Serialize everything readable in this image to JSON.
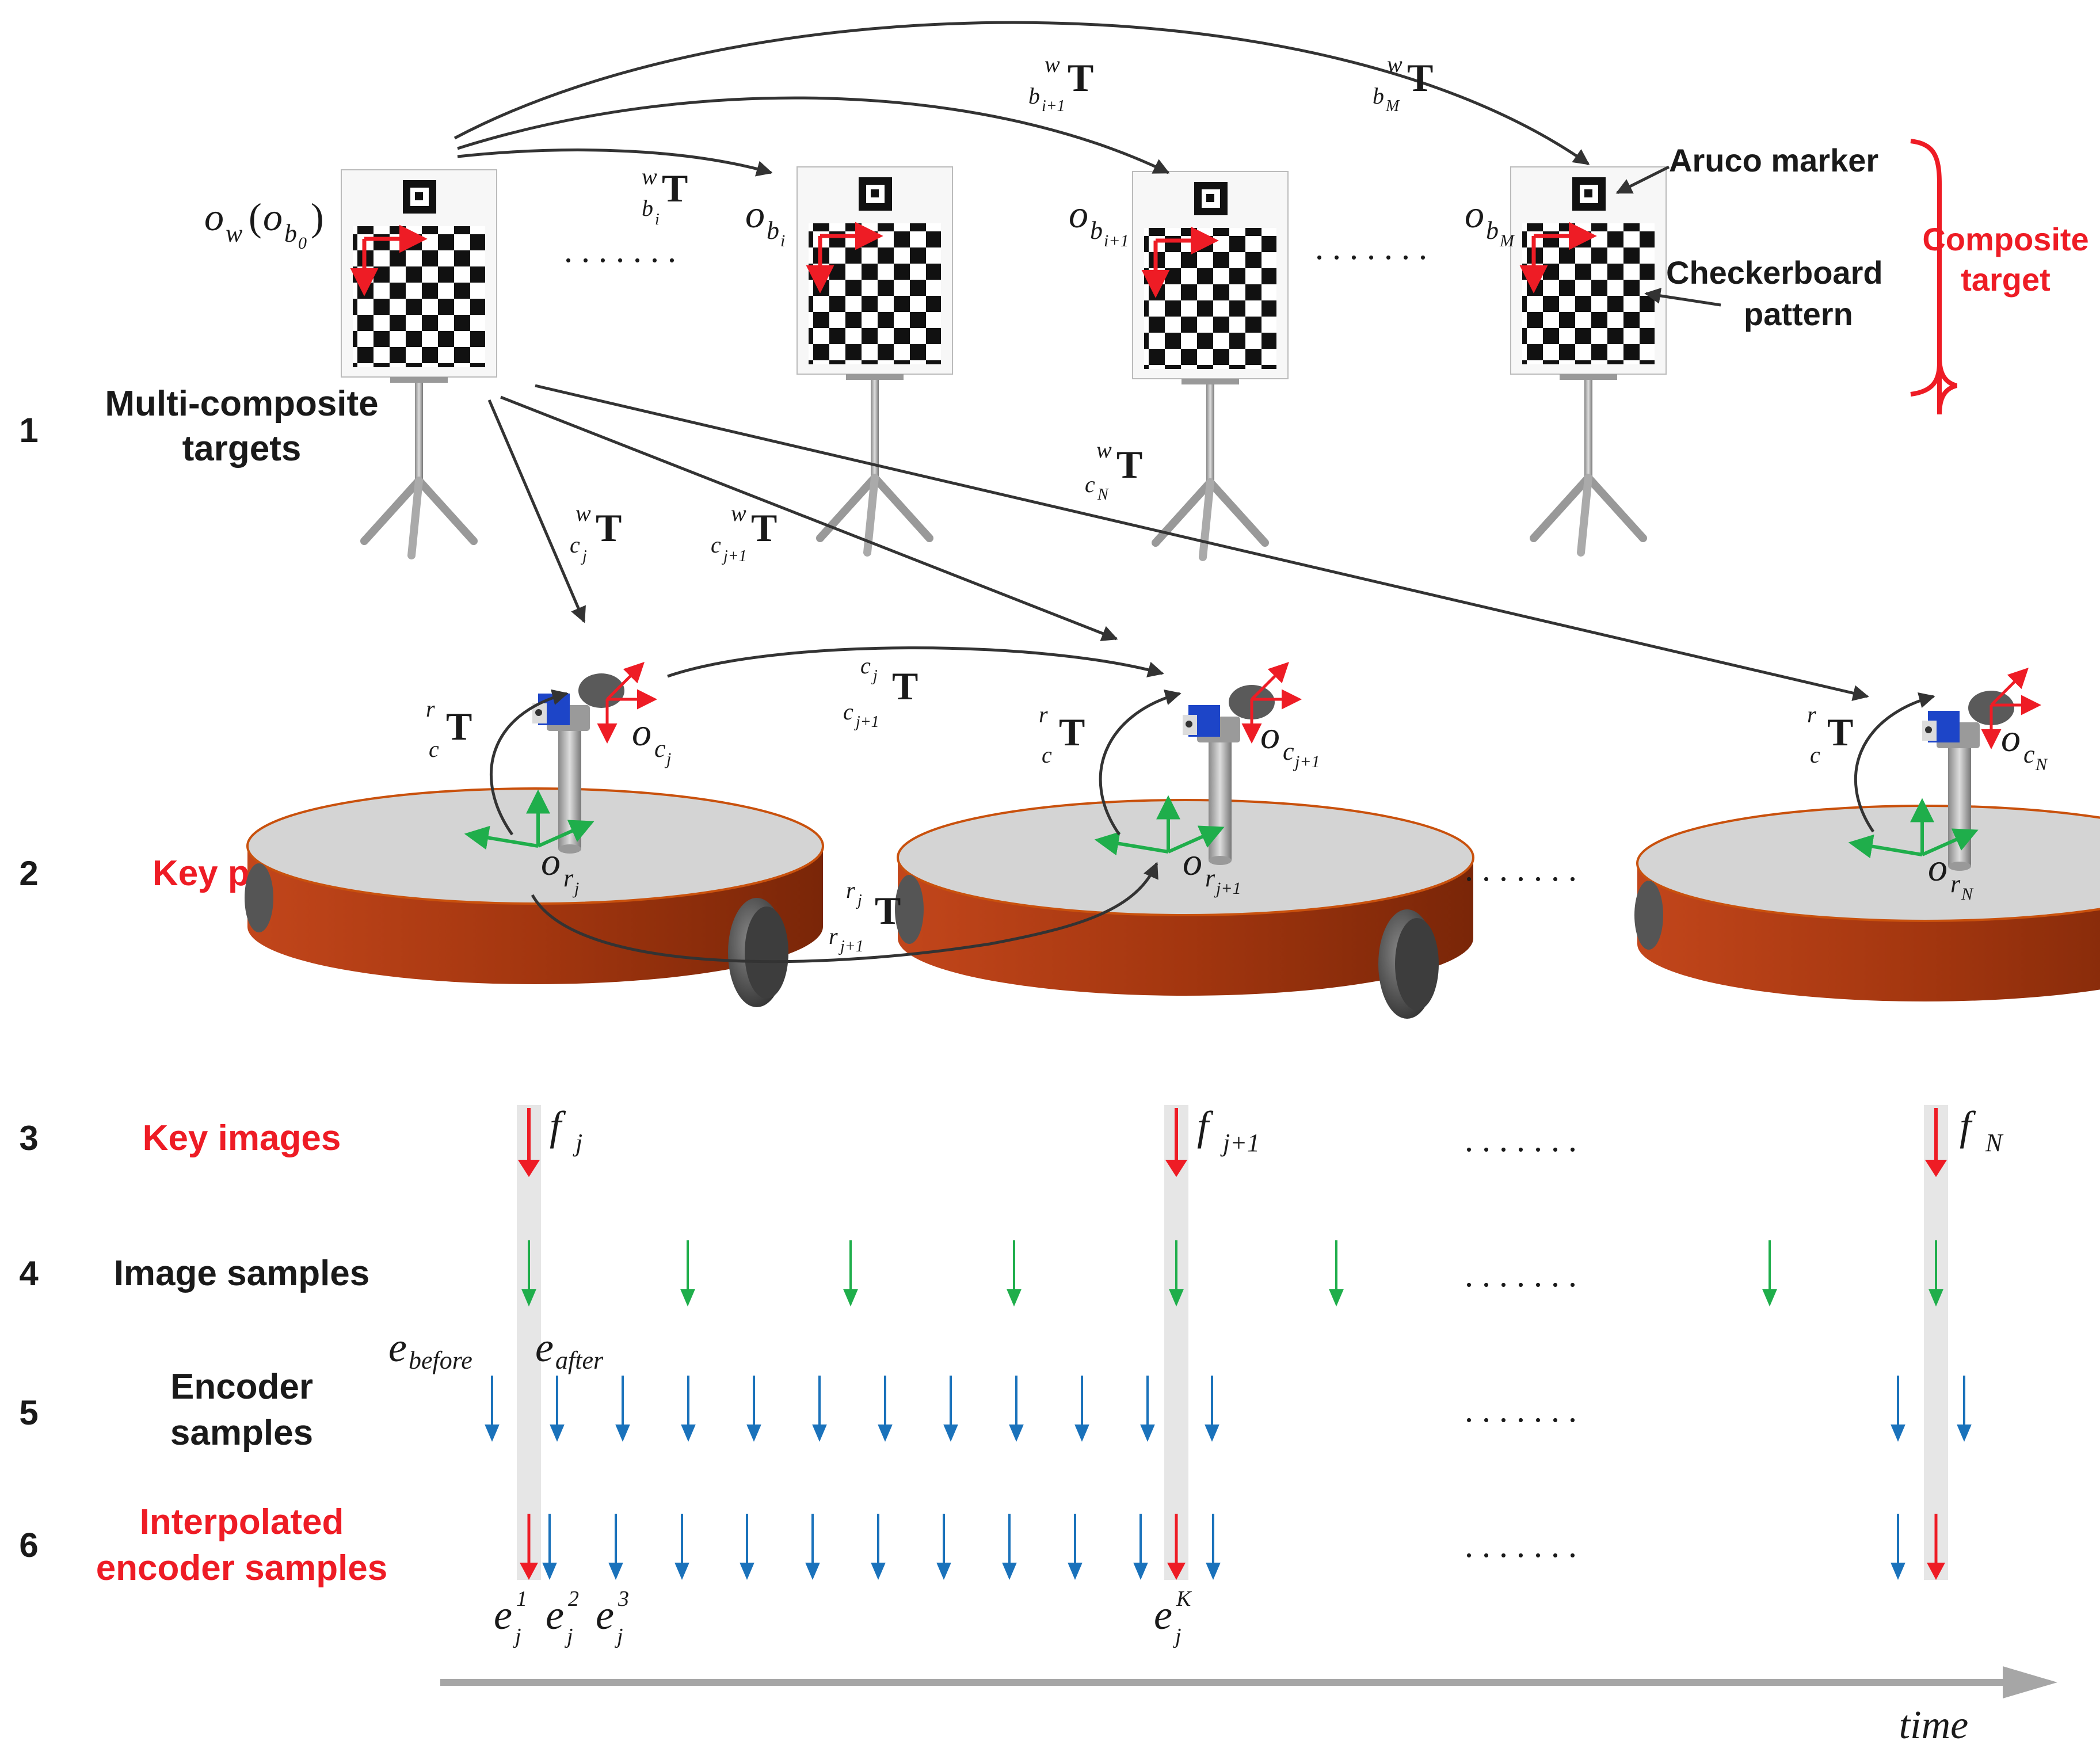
{
  "colors": {
    "red": "#ee1c25",
    "green": "#1fae4b",
    "blue": "#1a72bb",
    "black": "#1a1a1a",
    "gray": "#a6a6a6",
    "column": "#e6e6e6",
    "robot_body": "#a83a10",
    "robot_top": "#d3d3d3"
  },
  "rows": [
    {
      "num": "1",
      "line1": "Multi-composite",
      "line2": "targets",
      "color": "black"
    },
    {
      "num": "2",
      "line1": "Key poses",
      "line2": "",
      "color": "red"
    },
    {
      "num": "3",
      "line1": "Key images",
      "line2": "",
      "color": "red"
    },
    {
      "num": "4",
      "line1": "Image samples",
      "line2": "",
      "color": "black"
    },
    {
      "num": "5",
      "line1": "Encoder",
      "line2": "samples",
      "color": "black"
    },
    {
      "num": "6",
      "line1": "Interpolated",
      "line2": "encoder samples",
      "color": "red"
    }
  ],
  "legend": {
    "aruco": "Aruco marker",
    "checker1": "Checkerboard",
    "checker2": "pattern",
    "composite1": "Composite",
    "composite2": "target"
  },
  "math": {
    "T": "T",
    "w": "w",
    "r": "r",
    "c": "c",
    "o": "o",
    "bi": "b",
    "i": "i",
    "i1": "i+1",
    "M": "M",
    "j": "j",
    "j1": "j+1",
    "N": "N",
    "zero": "0",
    "ow_open": "(",
    "ow_close": ")",
    "f": "f",
    "e": "e",
    "before": "before",
    "after": "after",
    "sup1": "1",
    "sup2": "2",
    "sup3": "3",
    "supK": "K"
  },
  "dots": ". . . . . . .",
  "time_label": "time"
}
